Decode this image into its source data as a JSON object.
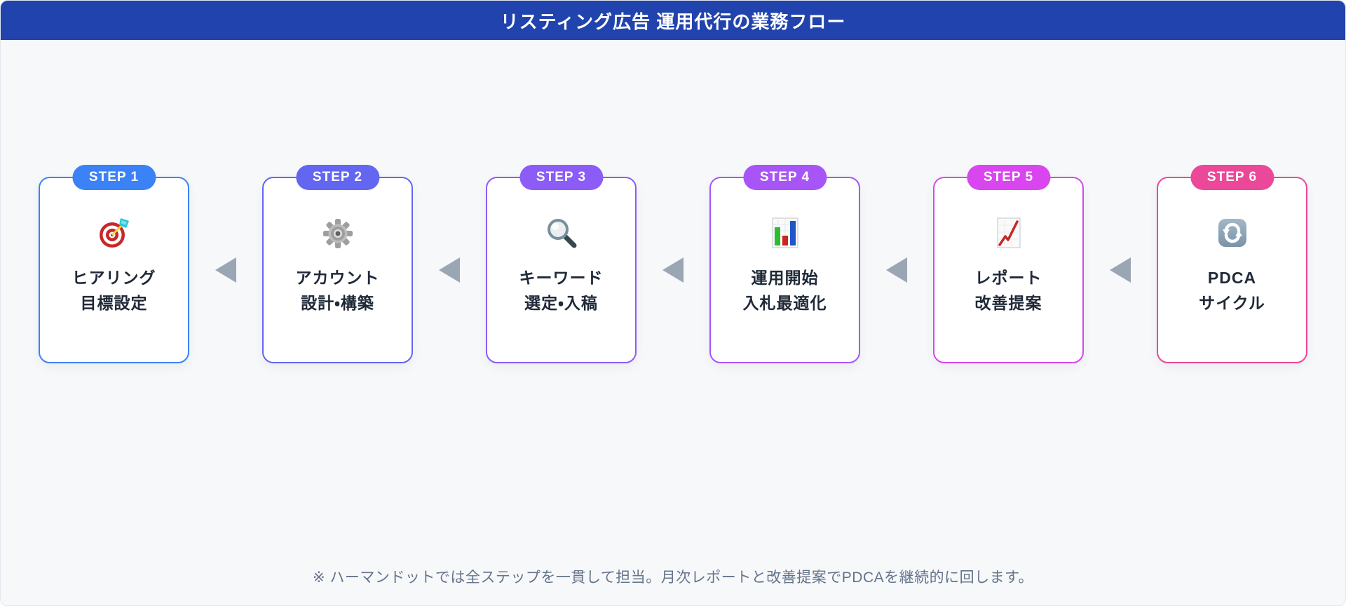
{
  "header": {
    "title": "リスティング広告 運用代行の業務フロー",
    "bg_color": "#2143AE"
  },
  "flow": {
    "arrow_color": "#9AA6B4",
    "arrow_direction": "left",
    "steps": [
      {
        "badge": "STEP 1",
        "line1": "ヒアリング",
        "line2": "目標設定",
        "icon": "target-dart",
        "color": "#3B82F6"
      },
      {
        "badge": "STEP 2",
        "line1": "アカウント",
        "line2": "設計・構築",
        "icon": "gear",
        "color": "#6366F1"
      },
      {
        "badge": "STEP 3",
        "line1": "キーワード",
        "line2": "選定・入稿",
        "icon": "magnifying-glass",
        "color": "#8B5CF6"
      },
      {
        "badge": "STEP 4",
        "line1": "運用開始",
        "line2": "入札最適化",
        "icon": "bar-chart",
        "color": "#A855F7"
      },
      {
        "badge": "STEP 5",
        "line1": "レポート",
        "line2": "改善提案",
        "icon": "chart-increasing",
        "color": "#D946EF"
      },
      {
        "badge": "STEP 6",
        "line1": "PDCA",
        "line2": "サイクル",
        "icon": "counterclockwise-arrows",
        "color": "#EC4899"
      }
    ]
  },
  "footer": {
    "note": "※ ハーマンドットでは全ステップを一貫して担当。月次レポートと改善提案でPDCAを継続的に回します。",
    "text_color": "#64748B"
  }
}
